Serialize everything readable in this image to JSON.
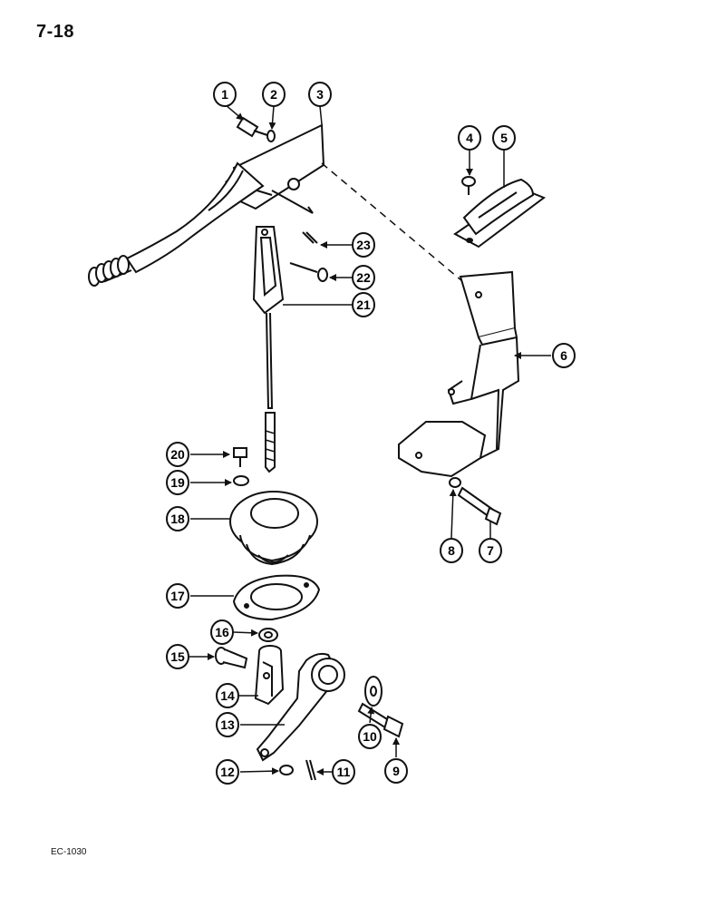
{
  "page": {
    "number": "7-18",
    "ref_code": "EC-1030"
  },
  "callouts": [
    {
      "id": "1",
      "label": "1"
    },
    {
      "id": "2",
      "label": "2"
    },
    {
      "id": "3",
      "label": "3"
    },
    {
      "id": "4",
      "label": "4"
    },
    {
      "id": "5",
      "label": "5"
    },
    {
      "id": "6",
      "label": "6"
    },
    {
      "id": "7",
      "label": "7"
    },
    {
      "id": "8",
      "label": "8"
    },
    {
      "id": "9",
      "label": "9"
    },
    {
      "id": "10",
      "label": "10"
    },
    {
      "id": "11",
      "label": "11"
    },
    {
      "id": "12",
      "label": "12"
    },
    {
      "id": "13",
      "label": "13"
    },
    {
      "id": "14",
      "label": "14"
    },
    {
      "id": "15",
      "label": "15"
    },
    {
      "id": "16",
      "label": "16"
    },
    {
      "id": "17",
      "label": "17"
    },
    {
      "id": "18",
      "label": "18"
    },
    {
      "id": "19",
      "label": "19"
    },
    {
      "id": "20",
      "label": "20"
    },
    {
      "id": "21",
      "label": "21"
    },
    {
      "id": "22",
      "label": "22"
    },
    {
      "id": "23",
      "label": "23"
    }
  ]
}
